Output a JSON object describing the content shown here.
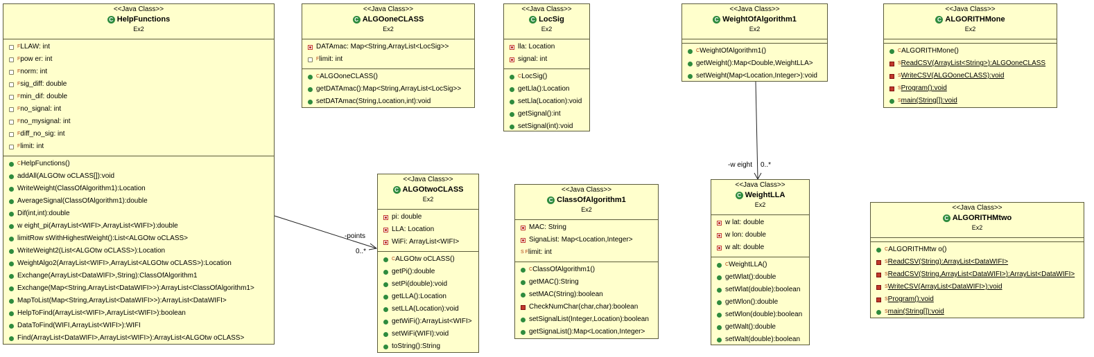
{
  "classes": {
    "helpfunctions": {
      "stereotype": "<<Java Class>>",
      "name": "HelpFunctions",
      "package": "Ex2",
      "attributes": [
        "LLAW: int",
        "pow er: int",
        "norm: int",
        "sig_diff: double",
        "min_dif: double",
        "no_signal: int",
        "no_mysignal: int",
        "diff_no_sig: int",
        "limit: int"
      ],
      "methods": [
        "HelpFunctions()",
        "addAll(ALGOtw oCLASS[]):void",
        "WriteWeight(ClassOfAlgorithm1):Location",
        "AverageSignal(ClassOfAlgorithm1):double",
        "Dif(int,int):double",
        "w eight_pi(ArrayList<WIFI>,ArrayList<WIFI>):double",
        "limitRow sWithHighestWeight():List<ALGOtw oCLASS>",
        "WriteWeight2(List<ALGOtw oCLASS>):Location",
        "WeightAlgo2(ArrayList<WIFI>,ArrayList<ALGOtw oCLASS>):Location",
        "Exchange(ArrayList<DataWIFI>,String):ClassOfAlgorithm1",
        "Exchange(Map<String,ArrayList<DataWIFI>>):ArrayList<ClassOfAlgorithm1>",
        "MapToList(Map<String,ArrayList<DataWIFI>>):ArrayList<DataWIFI>",
        "HelpToFind(ArrayList<WIFI>,ArrayList<WIFI>):boolean",
        "DataToFind(WIFI,ArrayList<WIFI>):WIFI",
        "Find(ArrayList<DataWIFI>,ArrayList<WIFI>):ArrayList<ALGOtw oCLASS>"
      ]
    },
    "algooneclass": {
      "stereotype": "<<Java Class>>",
      "name": "ALGOoneCLASS",
      "package": "Ex2",
      "attributes": [
        "DATAmac: Map<String,ArrayList<LocSig>>",
        "limit: int"
      ],
      "methods": [
        "ALGOoneCLASS()",
        "getDATAmac():Map<String,ArrayList<LocSig>>",
        "setDATAmac(String,Location,int):void"
      ]
    },
    "locsig": {
      "stereotype": "<<Java Class>>",
      "name": "LocSig",
      "package": "Ex2",
      "attributes": [
        "lla: Location",
        "signal: int"
      ],
      "methods": [
        "LocSig()",
        "getLla():Location",
        "setLla(Location):void",
        "getSignal():int",
        "setSignal(int):void"
      ]
    },
    "weightofalgorithm1": {
      "stereotype": "<<Java Class>>",
      "name": "WeightOfAlgorithm1",
      "package": "Ex2",
      "attributes": [],
      "methods": [
        "WeightOfAlgorithm1()",
        "getWeight():Map<Double,WeightLLA>",
        "setWeight(Map<Location,Integer>):void"
      ]
    },
    "algorithmone": {
      "stereotype": "<<Java Class>>",
      "name": "ALGORITHMone",
      "package": "Ex2",
      "attributes": [],
      "methods": [
        "ALGORITHMone()",
        "ReadCSV(ArrayList<String>):ALGOoneCLASS",
        "WriteCSV(ALGOoneCLASS):void",
        "Program():void",
        "main(String[]):void"
      ]
    },
    "algotwoclass": {
      "stereotype": "<<Java Class>>",
      "name": "ALGOtwoCLASS",
      "package": "Ex2",
      "attributes": [
        "pi: double",
        "LLA: Location",
        "WiFi: ArrayList<WIFI>"
      ],
      "methods": [
        "ALGOtw oCLASS()",
        "getPi():double",
        "setPi(double):void",
        "getLLA():Location",
        "setLLA(Location):void",
        "getWiFi():ArrayList<WIFI>",
        "setWiFi(WIFI):void",
        "toString():String"
      ]
    },
    "classofalgorithm1": {
      "stereotype": "<<Java Class>>",
      "name": "ClassOfAlgorithm1",
      "package": "Ex2",
      "attributes": [
        "MAC: String",
        "SignaList: Map<Location,Integer>",
        "limit: int"
      ],
      "methods": [
        "ClassOfAlgorithm1()",
        "getMAC():String",
        "setMAC(String):boolean",
        "CheckNumChar(char,char):boolean",
        "setSignalList(Integer,Location):boolean",
        "getSignaList():Map<Location,Integer>"
      ]
    },
    "weightlla": {
      "stereotype": "<<Java Class>>",
      "name": "WeightLLA",
      "package": "Ex2",
      "attributes": [
        "w lat: double",
        "w lon: double",
        "w alt: double"
      ],
      "methods": [
        "WeightLLA()",
        "getWlat():double",
        "setWlat(double):boolean",
        "getWlon():double",
        "setWlon(double):boolean",
        "getWalt():double",
        "setWalt(double):boolean"
      ]
    },
    "algorithmtwo": {
      "stereotype": "<<Java Class>>",
      "name": "ALGORITHMtwo",
      "package": "Ex2",
      "attributes": [],
      "methods": [
        "ALGORITHMtw o()",
        "ReadCSV(String):ArrayList<DataWIFI>",
        "ReadCSV(String,ArrayList<DataWIFI>):ArrayList<DataWIFI>",
        "WriteCSV(ArrayList<DataWIFI>):void",
        "Program():void",
        "main(String[]):void"
      ]
    }
  },
  "associations": {
    "points": {
      "role": "-points",
      "multiplicity": "0..*"
    },
    "weight": {
      "role": "-w eight",
      "multiplicity": "0..*"
    }
  },
  "colors": {
    "class_fill": "#ffffcc",
    "border": "#5a5a3a",
    "class_icon": "#2e8b3e",
    "private_marker": "#c0392b"
  }
}
